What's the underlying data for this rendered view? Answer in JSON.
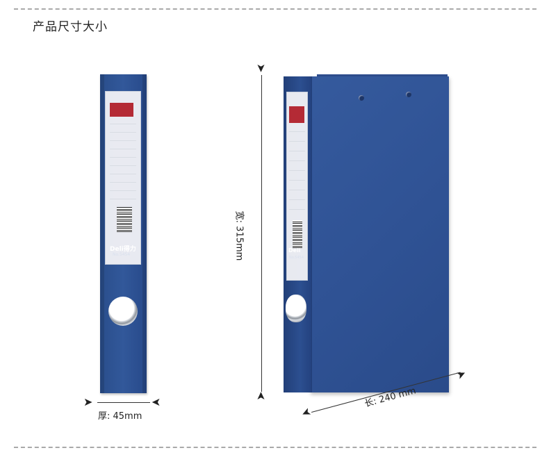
{
  "section_title": "产品尺寸大小",
  "spine": {
    "brand": "Deli得力",
    "model": "No.5454"
  },
  "binder": {
    "brand": "Deli",
    "model": "No.5454"
  },
  "dimensions": {
    "thickness": "厚: 45mm",
    "height": "宽: 315mm",
    "length": "长: 240 mm"
  },
  "colors": {
    "binder_blue": "#2f5294",
    "label_red": "#b42a35",
    "dashed_line": "#a9a9a9"
  }
}
